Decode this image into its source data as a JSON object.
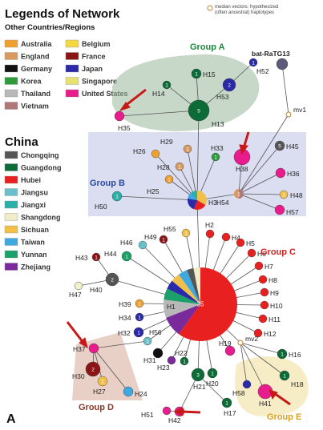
{
  "legend": {
    "title": "Legends of Network",
    "subtitle": "Other Countries/Regions",
    "median_note_1": "median vectors: hypothesized",
    "median_note_2": "(often ancestral) haplotypes",
    "china_title": "China",
    "other_regions": [
      {
        "label": "Australia",
        "color": "#f0a030"
      },
      {
        "label": "Belgium",
        "color": "#f5d840"
      },
      {
        "label": "England",
        "color": "#d99a60"
      },
      {
        "label": "France",
        "color": "#8b1515"
      },
      {
        "label": "Germany",
        "color": "#111111"
      },
      {
        "label": "Japan",
        "color": "#2a2aa8"
      },
      {
        "label": "Korea",
        "color": "#2f9a3a"
      },
      {
        "label": "Singapore",
        "color": "#e8e070"
      },
      {
        "label": "Thailand",
        "color": "#b8b8b8"
      },
      {
        "label": "United States",
        "color": "#e81c8c"
      },
      {
        "label": "Vietnam",
        "color": "#b07878"
      }
    ],
    "china_regions": [
      {
        "label": "Chongqing",
        "color": "#555555"
      },
      {
        "label": "Guangdong",
        "color": "#0c6b36"
      },
      {
        "label": "Hubei",
        "color": "#e82020"
      },
      {
        "label": "Jiangsu",
        "color": "#6ac0c8"
      },
      {
        "label": "Jiangxi",
        "color": "#2ab0a8"
      },
      {
        "label": "Shangdong",
        "color": "#f0ecc8"
      },
      {
        "label": "Sichuan",
        "color": "#f0c048"
      },
      {
        "label": "Taiwan",
        "color": "#40a8e0"
      },
      {
        "label": "Yunnan",
        "color": "#1aa068"
      },
      {
        "label": "Zhejiang",
        "color": "#7a2a9a"
      }
    ]
  },
  "groups": [
    {
      "label": "Group A",
      "color": "#1a8a3a"
    },
    {
      "label": "Group B",
      "color": "#2a4aa0"
    },
    {
      "label": "Group C",
      "color": "#d82020"
    },
    {
      "label": "Group D",
      "color": "#8a3a2a"
    },
    {
      "label": "Group E",
      "color": "#d8a020"
    }
  ],
  "panel_label": "A",
  "nodes": [
    {
      "id": "H1",
      "label": "H1",
      "count": "35",
      "color": "#e82020"
    },
    {
      "id": "H2",
      "label": "H2",
      "count": "",
      "color": "#e82020"
    },
    {
      "id": "H3",
      "label": "H3",
      "count": "",
      "color": "#f0c048"
    },
    {
      "id": "H4",
      "label": "H4",
      "count": "",
      "color": "#e82020"
    },
    {
      "id": "H5",
      "label": "H5",
      "count": "",
      "color": "#e82020"
    },
    {
      "id": "H6",
      "label": "H6",
      "count": "",
      "color": "#e82020"
    },
    {
      "id": "H7",
      "label": "H7",
      "count": "",
      "color": "#e82020"
    },
    {
      "id": "H8",
      "label": "H8",
      "count": "",
      "color": "#e82020"
    },
    {
      "id": "H9",
      "label": "H9",
      "count": "",
      "color": "#e82020"
    },
    {
      "id": "H10",
      "label": "H10",
      "count": "",
      "color": "#e82020"
    },
    {
      "id": "H11",
      "label": "H11",
      "count": "",
      "color": "#e82020"
    },
    {
      "id": "H12",
      "label": "H12",
      "count": "",
      "color": "#e82020"
    },
    {
      "id": "H13",
      "label": "H13",
      "count": "5",
      "color": "#0c6b36"
    },
    {
      "id": "H14",
      "label": "H14",
      "count": "1",
      "color": "#0c6b36"
    },
    {
      "id": "H15",
      "label": "H15",
      "count": "1",
      "color": "#0c6b36"
    },
    {
      "id": "H16",
      "label": "H16",
      "count": "1",
      "color": "#0c6b36"
    },
    {
      "id": "H17",
      "label": "H17",
      "count": "1",
      "color": "#0c6b36"
    },
    {
      "id": "H18",
      "label": "H18",
      "count": "1",
      "color": "#0c6b36"
    },
    {
      "id": "H19",
      "label": "H19",
      "count": "",
      "color": "#e81c8c"
    },
    {
      "id": "H20",
      "label": "H20",
      "count": "1",
      "color": "#0c6b36"
    },
    {
      "id": "H21",
      "label": "H21",
      "count": "3",
      "color": "#0c6b36"
    },
    {
      "id": "H22",
      "label": "H22",
      "count": "1",
      "color": "#0c6b36"
    },
    {
      "id": "H23",
      "label": "H23",
      "count": "",
      "color": "#7a2a9a"
    },
    {
      "id": "H24",
      "label": "H24",
      "count": "",
      "color": "#40a8e0"
    },
    {
      "id": "H25",
      "label": "H25",
      "count": "1",
      "color": "#f0a030"
    },
    {
      "id": "H26",
      "label": "H26",
      "count": "",
      "color": "#f0a030"
    },
    {
      "id": "H27",
      "label": "H27",
      "count": "1",
      "color": "#f0c048"
    },
    {
      "id": "H28",
      "label": "H28",
      "count": "1",
      "color": "#d99a60"
    },
    {
      "id": "H29",
      "label": "H29",
      "count": "1",
      "color": "#d99a60"
    },
    {
      "id": "H30",
      "label": "H30",
      "count": "2",
      "color": "#8b1515"
    },
    {
      "id": "H31",
      "label": "H31",
      "count": "",
      "color": "#111111"
    },
    {
      "id": "H32",
      "label": "H32",
      "count": "1",
      "color": "#2a2aa8"
    },
    {
      "id": "H33",
      "label": "H33",
      "count": "1",
      "color": "#2f9a3a"
    },
    {
      "id": "H34",
      "label": "H34",
      "count": "1",
      "color": "#2a2aa8"
    },
    {
      "id": "H35",
      "label": "H35",
      "count": "",
      "color": "#e81c8c"
    },
    {
      "id": "H36",
      "label": "H36",
      "count": "",
      "color": "#e81c8c"
    },
    {
      "id": "H37",
      "label": "H37",
      "count": "",
      "color": "#e81c8c"
    },
    {
      "id": "H38",
      "label": "H38",
      "count": "",
      "color": "#e81c8c"
    },
    {
      "id": "H39",
      "label": "H39",
      "count": "1",
      "color": "#f0a030"
    },
    {
      "id": "H40",
      "label": "H40",
      "count": "2",
      "color": "#555555"
    },
    {
      "id": "H41",
      "label": "H41",
      "count": "",
      "color": "#e81c8c"
    },
    {
      "id": "H42",
      "label": "H42",
      "count": "",
      "color": "#e81c8c"
    },
    {
      "id": "H43",
      "label": "H43",
      "count": "1",
      "color": "#8b1515"
    },
    {
      "id": "H44",
      "label": "H44",
      "count": "1",
      "color": "#1aa068"
    },
    {
      "id": "H45",
      "label": "H45",
      "count": "5",
      "color": "#555555"
    },
    {
      "id": "H46",
      "label": "H46",
      "count": "",
      "color": "#6ac0c8"
    },
    {
      "id": "H47",
      "label": "H47",
      "count": "1",
      "color": "#f0ecc8"
    },
    {
      "id": "H48",
      "label": "H48",
      "count": "1",
      "color": "#f0c048"
    },
    {
      "id": "H49",
      "label": "H49",
      "count": "1",
      "color": "#8b1515"
    },
    {
      "id": "H50",
      "label": "H50",
      "count": "1",
      "color": "#2ab0a8"
    },
    {
      "id": "H51",
      "label": "H51",
      "count": "",
      "color": "#e81c8c"
    },
    {
      "id": "H52",
      "label": "H52",
      "count": "1",
      "color": "#2a2aa8"
    },
    {
      "id": "H53",
      "label": "H53",
      "count": "2",
      "color": "#2a2aa8"
    },
    {
      "id": "H54",
      "label": "H54",
      "count": "1",
      "color": "#b07878"
    },
    {
      "id": "H55",
      "label": "H55",
      "count": "1",
      "color": "#f0c048"
    },
    {
      "id": "H56",
      "label": "H56",
      "count": "1",
      "color": "#6ac0c8"
    },
    {
      "id": "H57",
      "label": "H57",
      "count": "",
      "color": "#e81c8c"
    },
    {
      "id": "H58",
      "label": "H58",
      "count": "",
      "color": "#2a2aa8"
    },
    {
      "id": "bat",
      "label": "bat-RaTG13",
      "count": "",
      "color": "#5a5a7a"
    },
    {
      "id": "mv1",
      "label": "mv1",
      "count": "",
      "color": "#ffffff"
    },
    {
      "id": "mv2",
      "label": "mv2",
      "count": "",
      "color": "#ffffff"
    }
  ],
  "edges": [
    [
      "H1",
      "H2"
    ],
    [
      "H1",
      "H4"
    ],
    [
      "H1",
      "H5"
    ],
    [
      "H1",
      "H6"
    ],
    [
      "H1",
      "H7"
    ],
    [
      "H1",
      "H8"
    ],
    [
      "H1",
      "H9"
    ],
    [
      "H1",
      "H10"
    ],
    [
      "H1",
      "H11"
    ],
    [
      "H1",
      "H12"
    ],
    [
      "H1",
      "H55"
    ],
    [
      "H1",
      "H49"
    ],
    [
      "H1",
      "H46"
    ],
    [
      "H1",
      "H44"
    ],
    [
      "H1",
      "H40"
    ],
    [
      "H1",
      "H39"
    ],
    [
      "H1",
      "H34"
    ],
    [
      "H1",
      "H32"
    ],
    [
      "H1",
      "H56"
    ],
    [
      "H1",
      "H31"
    ],
    [
      "H1",
      "H23"
    ],
    [
      "H1",
      "H22"
    ],
    [
      "H1",
      "H21"
    ],
    [
      "H1",
      "H20"
    ],
    [
      "H1",
      "H19"
    ],
    [
      "H1",
      "mv2"
    ],
    [
      "H1",
      "H3"
    ],
    [
      "H40",
      "H43"
    ],
    [
      "H40",
      "H47"
    ],
    [
      "H56",
      "H37"
    ],
    [
      "H37",
      "H30"
    ],
    [
      "H37",
      "H27"
    ],
    [
      "H37",
      "H24"
    ],
    [
      "H21",
      "H42"
    ],
    [
      "H21",
      "H17"
    ],
    [
      "H42",
      "H51"
    ],
    [
      "mv2",
      "H16"
    ],
    [
      "mv2",
      "H18"
    ],
    [
      "mv2",
      "H58"
    ],
    [
      "mv2",
      "H41"
    ],
    [
      "H3",
      "H50"
    ],
    [
      "H3",
      "H25"
    ],
    [
      "H3",
      "H26"
    ],
    [
      "H3",
      "H28"
    ],
    [
      "H3",
      "H29"
    ],
    [
      "H3",
      "H33"
    ],
    [
      "H3",
      "H54"
    ],
    [
      "H3",
      "H13"
    ],
    [
      "H54",
      "H38"
    ],
    [
      "H54",
      "H36"
    ],
    [
      "H54",
      "H48"
    ],
    [
      "H54",
      "H57"
    ],
    [
      "H54",
      "H45"
    ],
    [
      "H54",
      "mv1"
    ],
    [
      "H13",
      "H14"
    ],
    [
      "H13",
      "H15"
    ],
    [
      "H13",
      "H53"
    ],
    [
      "H13",
      "H35"
    ],
    [
      "H53",
      "H52"
    ],
    [
      "mv1",
      "bat"
    ]
  ]
}
